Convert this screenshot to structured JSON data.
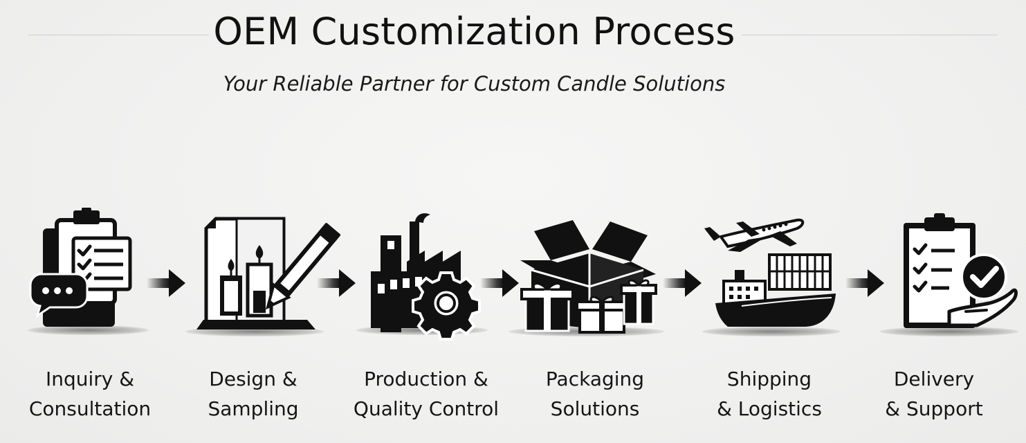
{
  "header": {
    "title": "OEM Customization Process",
    "subtitle": "Your Reliable Partner for Custom Candle Solutions"
  },
  "steps": [
    {
      "line1": "Inquiry &",
      "line2": "Consultation",
      "icon": "clipboard-chat-icon"
    },
    {
      "line1": "Design &",
      "line2": "Sampling",
      "icon": "candle-sketch-pencil-icon"
    },
    {
      "line1": "Production &",
      "line2": "Quality Control",
      "icon": "factory-gear-icon"
    },
    {
      "line1": "Packaging",
      "line2": "Solutions",
      "icon": "open-box-gifts-icon"
    },
    {
      "line1": "Shipping",
      "line2": "& Logistics",
      "icon": "airplane-cargo-ship-icon"
    },
    {
      "line1": "Delivery",
      "line2": "& Support",
      "icon": "clipboard-checkmark-hand-icon"
    }
  ],
  "colors": {
    "ink": "#111111",
    "background": "#f1f1f0",
    "white": "#ffffff"
  }
}
